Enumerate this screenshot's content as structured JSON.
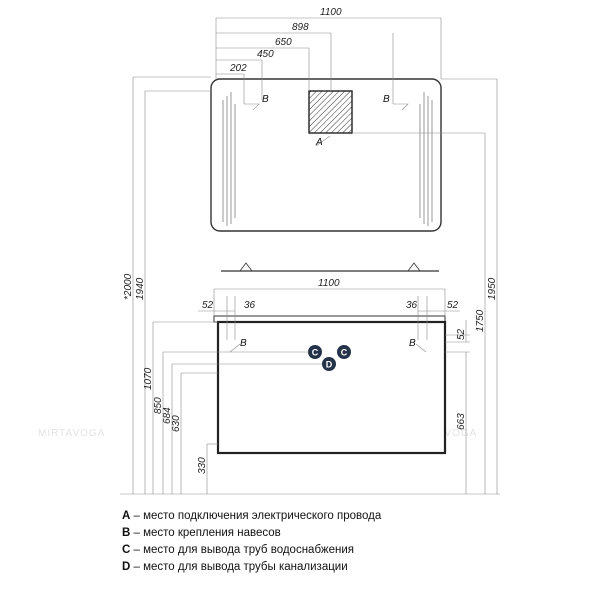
{
  "top_view": {
    "dims": [
      "1100",
      "898",
      "650",
      "450",
      "202"
    ],
    "markers": [
      "B",
      "A",
      "B"
    ]
  },
  "front_view": {
    "width": "1100",
    "left_offsets": [
      "52",
      "36"
    ],
    "right_offsets": [
      "36",
      "52"
    ],
    "right_height": "52",
    "markers": [
      "B",
      "B",
      "C",
      "C",
      "D"
    ]
  },
  "heights_left": [
    "*2000",
    "1940",
    "1070",
    "850",
    "684",
    "630",
    "330"
  ],
  "heights_right": [
    "1950",
    "1750",
    "663"
  ],
  "watermarks": [
    "MIRTAVOGA",
    "MIRTAVOGA"
  ],
  "legend": [
    {
      "key": "A",
      "text": " – место подключения электрического провода"
    },
    {
      "key": "B",
      "text": " – место крепления навесов"
    },
    {
      "key": "C",
      "text": " – место для вывода труб водоснабжения"
    },
    {
      "key": "D",
      "text": " – место для вывода трубы канализации"
    }
  ]
}
